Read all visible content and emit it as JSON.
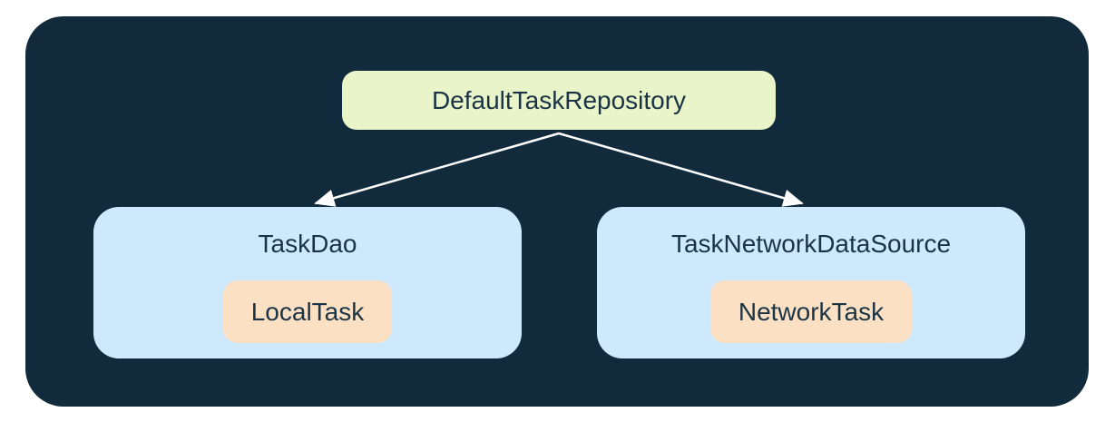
{
  "diagram": {
    "root": {
      "label": "DefaultTaskRepository"
    },
    "children": [
      {
        "title": "TaskDao",
        "inner_label": "LocalTask"
      },
      {
        "title": "TaskNetworkDataSource",
        "inner_label": "NetworkTask"
      }
    ]
  },
  "colors": {
    "page_bg": "#ffffff",
    "panel_bg": "#122B3C",
    "root_box_bg": "#EAF4C9",
    "child_box_bg": "#CEE9FB",
    "inner_box_bg": "#FBE0C3",
    "text": "#1A3445",
    "arrow": "#ffffff"
  }
}
